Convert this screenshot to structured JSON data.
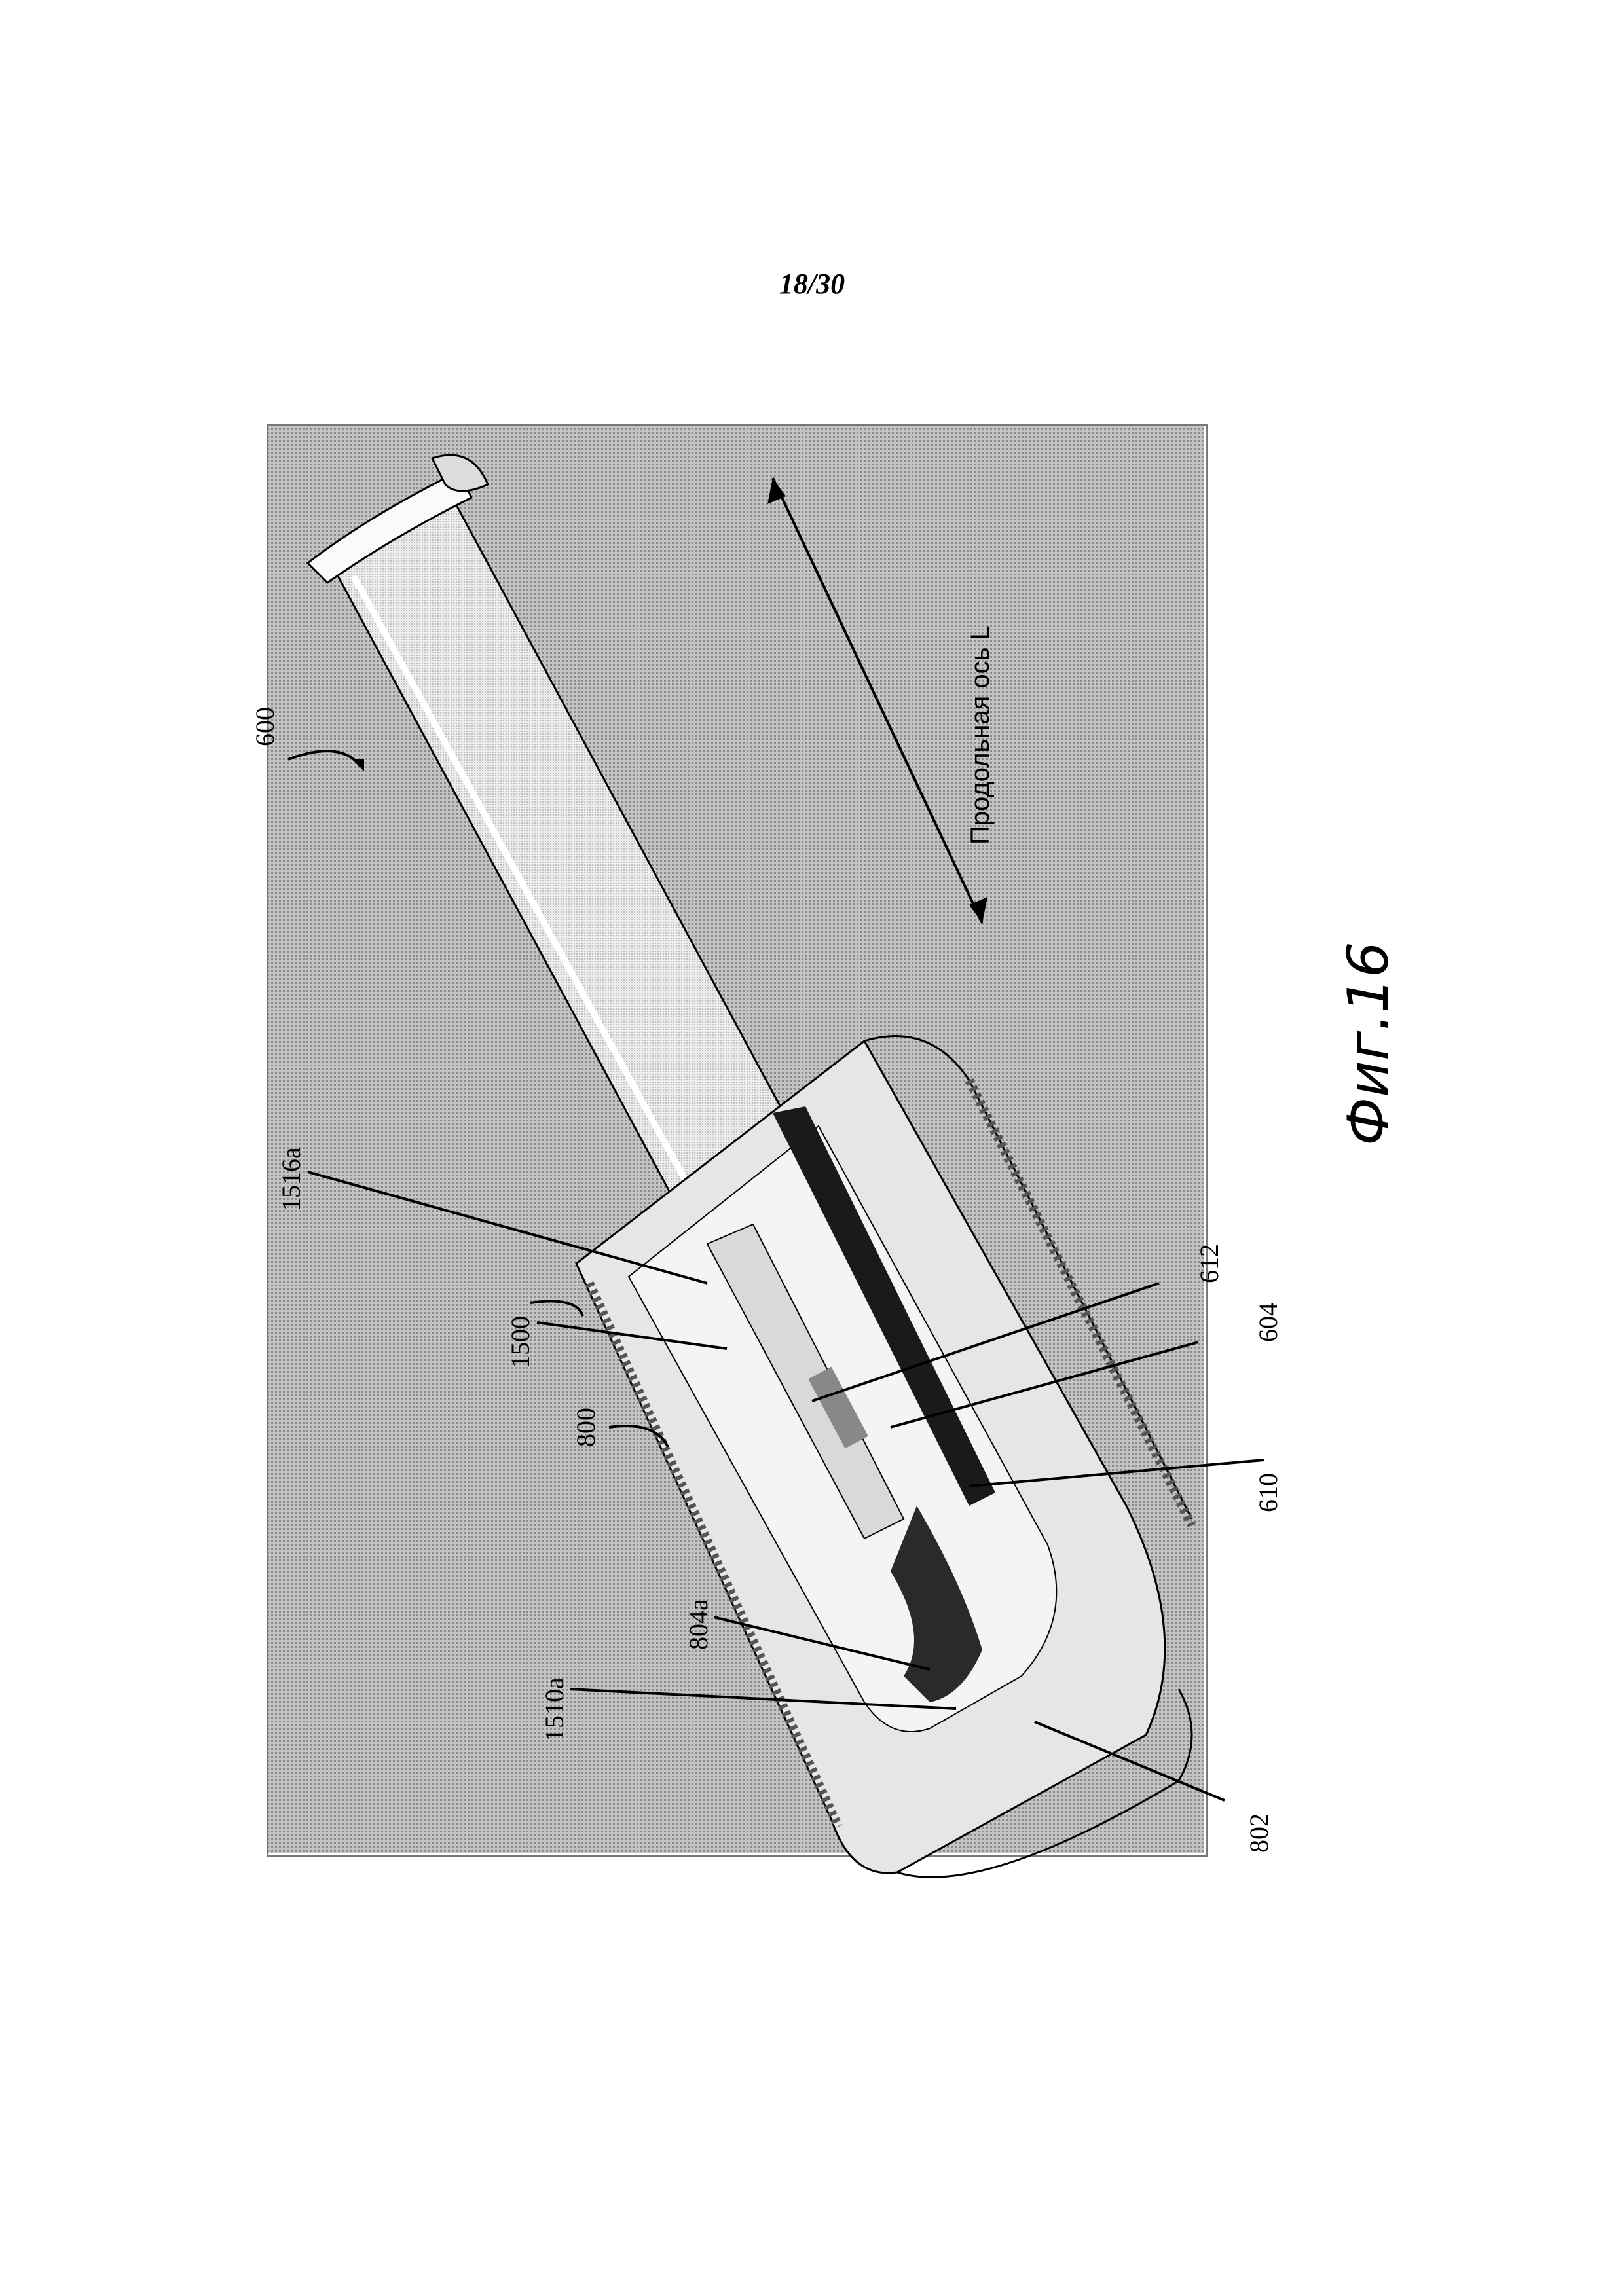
{
  "page": {
    "number": "18/30"
  },
  "figure": {
    "caption": "Фиг.16",
    "axis_label": "Продольная ось L",
    "callouts": [
      "600",
      "1516a",
      "1500",
      "800",
      "804a",
      "1510a",
      "802",
      "612",
      "604",
      "610"
    ]
  },
  "colors": {
    "background_pattern": "#b8b8b8",
    "ink": "#000000",
    "part_fill": "#f0f0f0",
    "dark_part": "#1a1a1a"
  }
}
